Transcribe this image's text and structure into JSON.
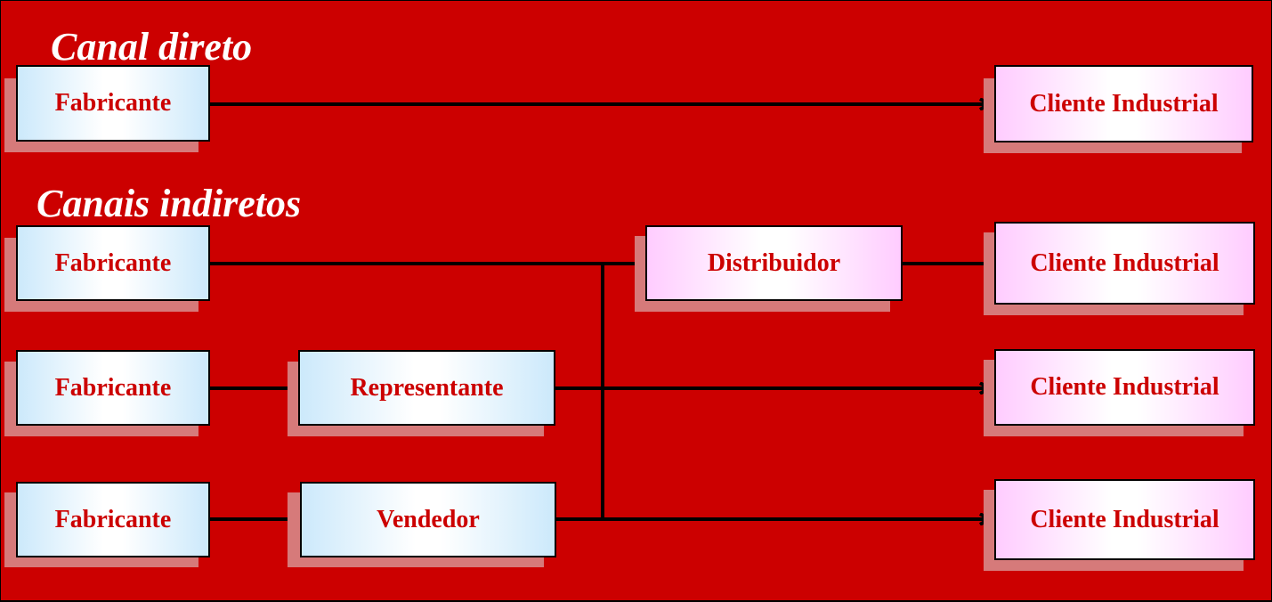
{
  "titles": {
    "direct": "Canal direto",
    "indirect": "Canais indiretos"
  },
  "nodes": {
    "fab1": "Fabricante",
    "cli1": "Cliente Industrial",
    "fab2": "Fabricante",
    "dist": "Distribuidor",
    "cli2": "Cliente Industrial",
    "fab3": "Fabricante",
    "rep": "Representante",
    "cli3": "Cliente Industrial",
    "fab4": "Fabricante",
    "vend": "Vendedor",
    "cli4": "Cliente Industrial"
  },
  "colors": {
    "background": "#cc0000",
    "text": "#cc0000",
    "shadow": "#d67a7a",
    "producer_fill": "#cce9fb",
    "customer_fill": "#ffccff"
  }
}
